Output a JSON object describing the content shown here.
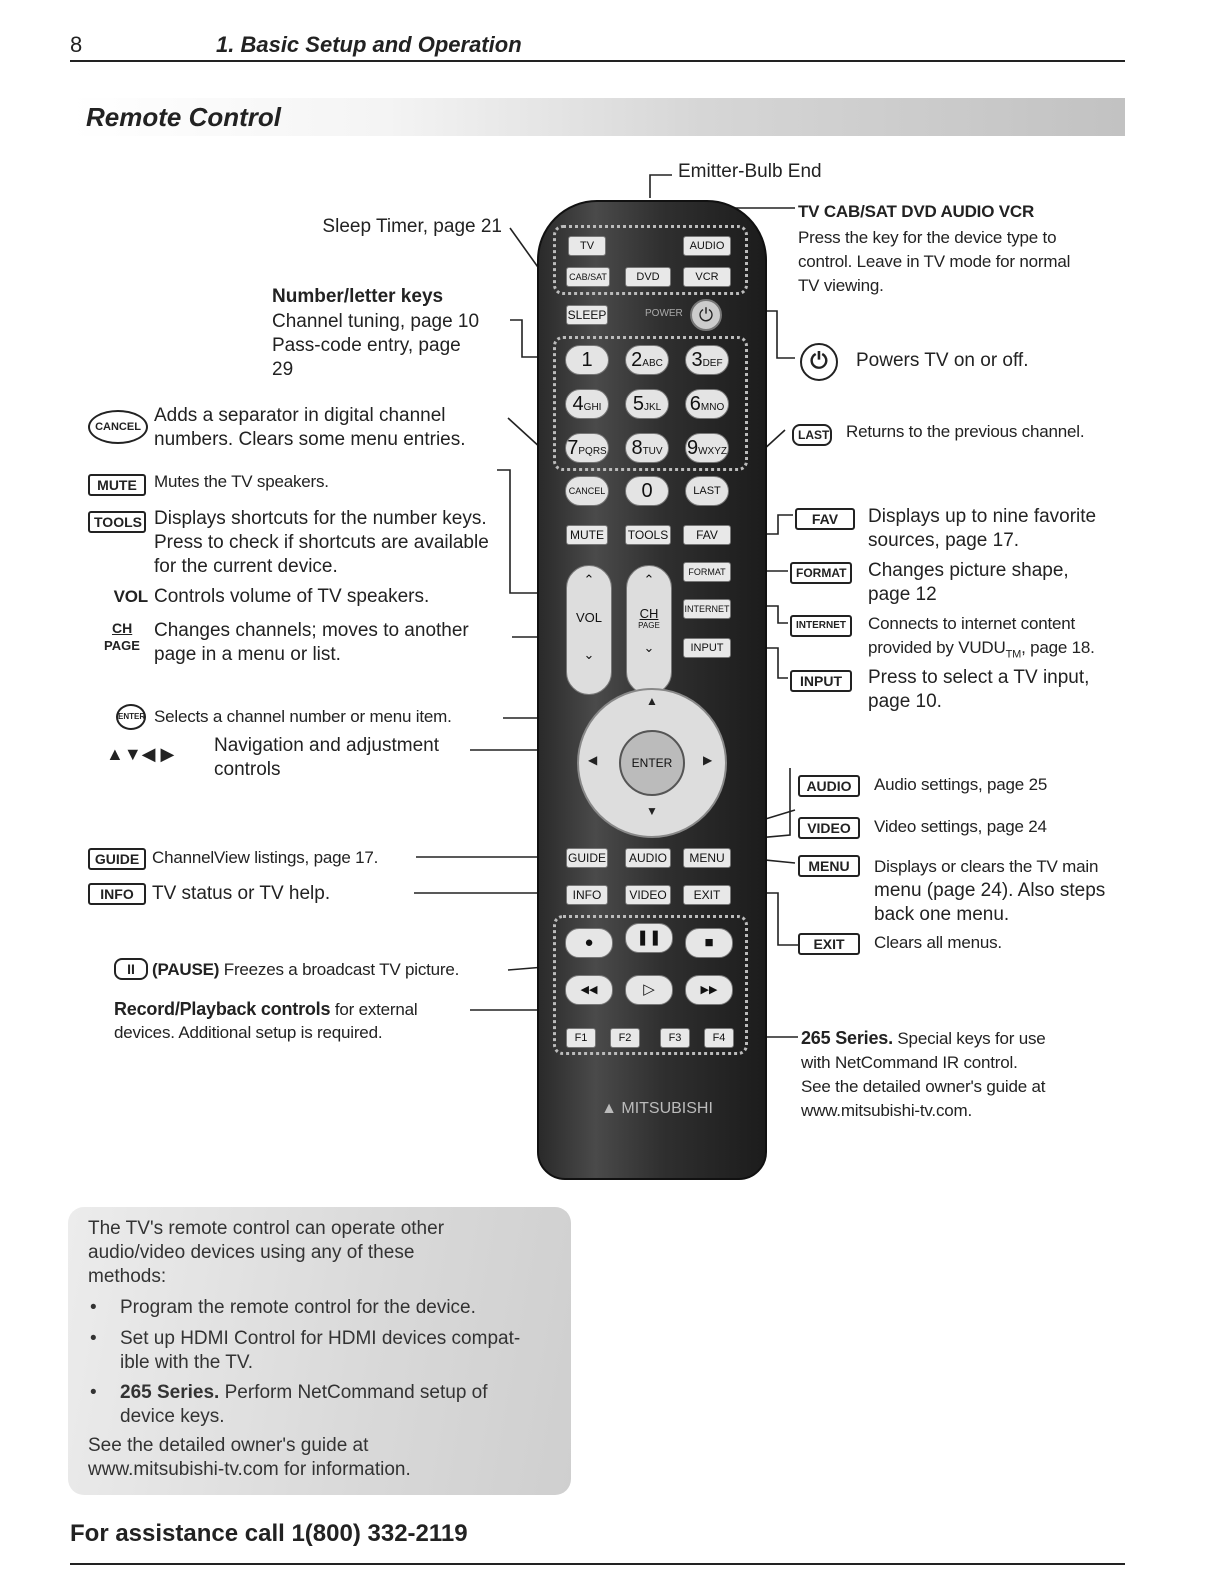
{
  "header": {
    "page_number": "8",
    "chapter_title": "1. Basic Setup and Operation",
    "section_title": "Remote Control"
  },
  "remote": {
    "emitter": "Emitter-Bulb End",
    "device_keys": [
      "TV",
      "AUDIO",
      "CAB/SAT",
      "DVD",
      "VCR"
    ],
    "sleep_key": "SLEEP",
    "power_label": "POWER",
    "number_keys": [
      {
        "num": "1",
        "letters": ""
      },
      {
        "num": "2",
        "letters": "ABC"
      },
      {
        "num": "3",
        "letters": "DEF"
      },
      {
        "num": "4",
        "letters": "GHI"
      },
      {
        "num": "5",
        "letters": "JKL"
      },
      {
        "num": "6",
        "letters": "MNO"
      },
      {
        "num": "7",
        "letters": "PQRS"
      },
      {
        "num": "8",
        "letters": "TUV"
      },
      {
        "num": "9",
        "letters": "WXYZ"
      }
    ],
    "cancel_key": "CANCEL",
    "zero_key": "0",
    "last_key": "LAST",
    "row_keys": [
      "MUTE",
      "TOOLS",
      "FAV"
    ],
    "side_keys": [
      "FORMAT",
      "INTERNET",
      "INPUT"
    ],
    "vol_label": "VOL",
    "ch_label": "CH",
    "page_label": "PAGE",
    "enter_label": "ENTER",
    "menu_row1": [
      "GUIDE",
      "AUDIO",
      "MENU"
    ],
    "menu_row2": [
      "INFO",
      "VIDEO",
      "EXIT"
    ],
    "f_keys": [
      "F1",
      "F2",
      "F3",
      "F4"
    ],
    "brand": "MITSUBISHI"
  },
  "left": {
    "sleep": "Sleep Timer, page 21",
    "number_title": "Number/letter keys",
    "number_l1": "Channel tuning, page 10",
    "number_l2": "Pass-code entry, page",
    "number_l3": "29",
    "cancel_key": "CANCEL",
    "cancel_l1": "Adds a separator in digital channel",
    "cancel_l2": "numbers.  Clears some menu entries.",
    "mute_key": "MUTE",
    "mute": "Mutes the TV speakers.",
    "tools_key": "TOOLS",
    "tools_l1": "Displays shortcuts for the number keys.",
    "tools_l2": "Press to check if shortcuts are available",
    "tools_l3": "for the current device.",
    "vol_key": "VOL",
    "vol": "Controls volume of TV speakers.",
    "ch_key": "CH",
    "page_key": "PAGE",
    "ch_l1": "Changes channels; moves to another",
    "ch_l2": "page in a menu or list.",
    "enter_key": "ENTER",
    "enter": "Selects a channel number or menu item.",
    "nav_arrows": "▲▼◀ ▶",
    "nav_l1": "Navigation and adjustment",
    "nav_l2": "controls",
    "guide_key": "GUIDE",
    "guide": "ChannelView listings, page 17.",
    "info_key": "INFO",
    "info": "TV status or TV help.",
    "pause_key": "II",
    "pause_bold": "(PAUSE)",
    "pause": "Freezes a broadcast TV picture.",
    "rec_bold": "Record/Playback controls",
    "rec_l1": "for external",
    "rec_l2": "devices.  Additional setup is required."
  },
  "right": {
    "devices_title": "TV  CAB/SAT  DVD  AUDIO  VCR",
    "devices_l1": "Press the key for the device type to",
    "devices_l2": "control.  Leave in TV mode for normal",
    "devices_l3": "TV viewing.",
    "power": "Powers TV on or off.",
    "last_key": "LAST",
    "last": "Returns to the previous channel.",
    "fav_key": "FAV",
    "fav_l1": "Displays up to nine favorite",
    "fav_l2": "sources, page 17.",
    "format_key": "FORMAT",
    "format_l1": "Changes picture shape,",
    "format_l2": "page 12",
    "internet_key": "INTERNET",
    "internet_l1": "Connects to internet content",
    "internet_l2a": "provided by VUDU",
    "internet_tm": "TM",
    "internet_l2b": ", page 18.",
    "input_key": "INPUT",
    "input_l1": "Press to select a TV input,",
    "input_l2": "page 10.",
    "audio_key": "AUDIO",
    "audio": "Audio settings, page 25",
    "video_key": "VIDEO",
    "video": "Video settings, page 24",
    "menu_key": "MENU",
    "menu_l1": "Displays or clears the TV main",
    "menu_l2": "menu (page 24).  Also steps",
    "menu_l3": "back one menu.",
    "exit_key": "EXIT",
    "exit": "Clears all menus.",
    "series_bold": "265 Series.",
    "series_l1": "Special keys for use",
    "series_l2": "with NetCommand IR control.",
    "series_l3": "See the detailed owner's guide at",
    "series_l4": "www.mitsubishi-tv.com."
  },
  "tip": {
    "l1": "The TV's remote control can operate other",
    "l2": "audio/video devices using any of these",
    "l3": "methods:",
    "b1": "Program the remote control for the device.",
    "b2_l1": "Set up HDMI Control for HDMI devices compat-",
    "b2_l2": "ible with the TV.",
    "b3_bold": "265 Series.",
    "b3_l1": "Perform NetCommand setup of",
    "b3_l2": "device keys.",
    "f1": "See the detailed owner's guide at",
    "f2": "www.mitsubishi-tv.com for information."
  },
  "footer": {
    "text": "For assistance call 1(800) 332-2119"
  }
}
